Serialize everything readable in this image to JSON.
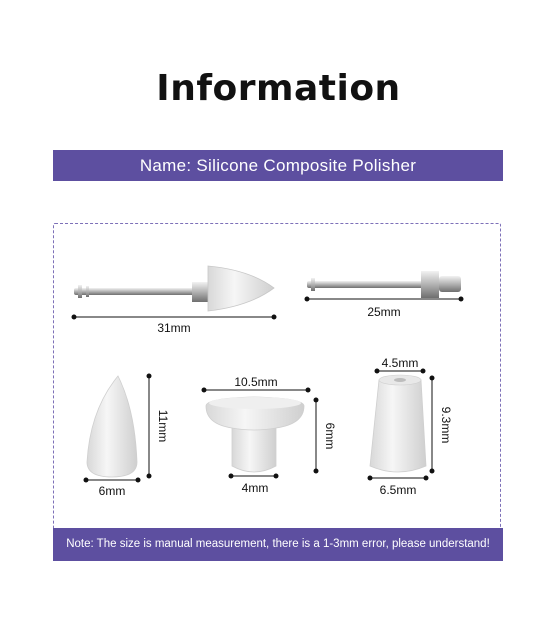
{
  "title": "Information",
  "name_label": "Name: Silicone Composite Polisher",
  "dimensions": {
    "shank_long": "31mm",
    "shank_short": "25mm",
    "cone_height": "11mm",
    "cone_base": "6mm",
    "cup_top": "10.5mm",
    "cup_height": "6mm",
    "cup_base": "4mm",
    "cyl_top": "4.5mm",
    "cyl_height": "9.3mm",
    "cyl_base": "6.5mm"
  },
  "note": "Note: The size is manual measurement, there is a 1-3mm error, please understand!",
  "colors": {
    "accent": "#5d4fa0",
    "frame": "#7d70b8"
  }
}
